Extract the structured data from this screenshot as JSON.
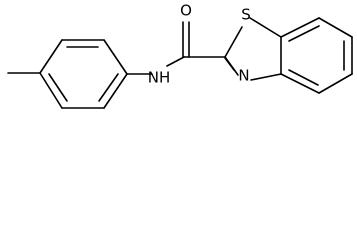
{
  "molecule": {
    "atoms": {
      "sulfur": "S",
      "oxygen": "O",
      "ring_nitrogen": "N",
      "amide_nh": "NH"
    }
  },
  "colors": {
    "background": "#ffffff",
    "bond": "#000000",
    "label": "#000000"
  }
}
